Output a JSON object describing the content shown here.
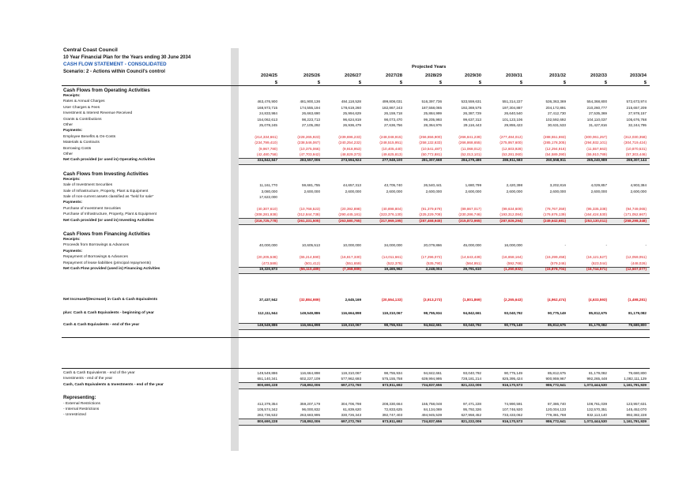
{
  "header": {
    "org": "Central Coast Council",
    "title": "10 Year Financial Plan for the Years ending 30 June 2034",
    "statement": "CASH FLOW STATEMENT - CONSOLIDATED",
    "scenario": "Scenario: 2 - Actions within Council's control",
    "projected": "Projected Years"
  },
  "years": [
    "2024/25",
    "2025/26",
    "2026/27",
    "2027/28",
    "2028/29",
    "2029/30",
    "2030/31",
    "2031/32",
    "2032/33",
    "2033/34"
  ],
  "unit": "$",
  "sections": [
    {
      "title": "Cash Flows from Operating Activities",
      "rows": [
        {
          "label": "Receipts:",
          "kind": "subhead",
          "values": []
        },
        {
          "label": "Rates & Annual Charges",
          "values": [
            "463,476,900",
            "481,900,136",
            "484,118,528",
            "499,808,031",
            "516,397,736",
            "533,559,631",
            "551,314,227",
            "536,363,369",
            "554,368,800",
            "572,673,974"
          ]
        },
        {
          "label": "User Charges & Fees",
          "values": [
            "168,973,715",
            "174,555,194",
            "178,619,260",
            "182,867,243",
            "187,558,065",
            "192,369,575",
            "197,304,887",
            "204,172,891",
            "210,260,777",
            "215,657,209"
          ]
        },
        {
          "label": "Investment & Interest Revenue Received",
          "values": [
            "24,833,984",
            "26,663,690",
            "25,994,629",
            "26,159,718",
            "25,884,999",
            "26,387,729",
            "26,640,540",
            "27,412,730",
            "27,535,369",
            "27,978,157"
          ]
        },
        {
          "label": "Grants & Contributions",
          "values": [
            "154,062,613",
            "98,223,713",
            "96,624,819",
            "98,073,470",
            "99,205,993",
            "99,637,313",
            "101,123,106",
            "102,592,692",
            "104,110,037",
            "105,676,768"
          ]
        },
        {
          "label": "Other",
          "values": [
            "25,078,245",
            "27,105,292",
            "26,936,479",
            "27,636,756",
            "28,364,976",
            "29,116,443",
            "29,855,423",
            "30,631,533",
            "31,427,816",
            "32,244,795"
          ]
        },
        {
          "label": "Payments:",
          "kind": "subhead",
          "values": []
        },
        {
          "label": "Employee Benefits & On-Costs",
          "kind": "red",
          "values": [
            "(214,334,661)",
            "(228,265,923)",
            "(239,696,233)",
            "(248,048,915)",
            "(256,656,900)",
            "(266,841,239)",
            "(277,484,012)",
            "(288,551,693)",
            "(300,061,257)",
            "(312,030,358)"
          ]
        },
        {
          "label": "Materials & Contracts",
          "kind": "red",
          "values": [
            "(234,799,410)",
            "(238,546,067)",
            "(240,254,232)",
            "(248,515,951)",
            "(258,132,633)",
            "(266,868,655)",
            "(275,957,600)",
            "(285,178,305)",
            "(294,932,101)",
            "(304,719,424)"
          ]
        },
        {
          "label": "Borrowing Costs",
          "kind": "red",
          "values": [
            "(9,967,780)",
            "(10,375,066)",
            "(9,918,953)",
            "(10,405,440)",
            "(10,541,487)",
            "(11,068,012)",
            "(12,603,928)",
            "(12,294,916)",
            "(11,557,663)",
            "(10,870,531)"
          ]
        },
        {
          "label": "Other",
          "kind": "red",
          "values": [
            "(42,480,758)",
            "(47,703,942)",
            "(48,829,373)",
            "(49,625,813)",
            "(50,772,881)",
            "(52,013,101)",
            "(53,281,060)",
            "(54,589,390)",
            "(55,910,789)",
            "(57,303,446)"
          ]
        },
        {
          "label": "Net Cash provided (or used in) Operating Activities",
          "kind": "total",
          "values": [
            "334,842,847",
            "283,557,006",
            "273,594,924",
            "277,949,100",
            "281,307,668",
            "284,279,486",
            "286,911,583",
            "260,558,911",
            "265,240,989",
            "269,307,144"
          ]
        }
      ]
    },
    {
      "title": "Cash Flows from Investing Activities",
      "rows": [
        {
          "label": "Receipts:",
          "kind": "subhead",
          "values": []
        },
        {
          "label": "Sale of Investment Securities",
          "values": [
            "11,161,770",
            "59,681,755",
            "44,657,313",
            "43,705,740",
            "26,540,441",
            "1,680,799",
            "2,420,398",
            "3,202,816",
            "4,029,857",
            "4,903,384"
          ]
        },
        {
          "label": "Sale of Infrastructure, Property, Plant & Equipment",
          "values": [
            "3,080,000",
            "2,600,000",
            "2,600,000",
            "2,600,000",
            "2,600,000",
            "2,600,000",
            "2,600,000",
            "2,600,000",
            "2,600,000",
            "2,600,000"
          ]
        },
        {
          "label": "Sale of non-current assets classified as \"held for sale\"",
          "values": [
            "17,622,000",
            "",
            "",
            "",
            "",
            "",
            "",
            "",
            "",
            ""
          ]
        },
        {
          "label": "Payments:",
          "kind": "subhead",
          "values": []
        },
        {
          "label": "Purchase of Investment Securities",
          "kind": "red",
          "values": [
            "(40,307,610)",
            "(10,768,523)",
            "(20,392,898)",
            "(40,898,804)",
            "(91,379,679)",
            "(89,867,017)",
            "(99,634,609)",
            "(78,767,359)",
            "(95,335,338)",
            "(94,749,065)"
          ]
        },
        {
          "label": "Purchase of Infrastructure, Property, Plant & Equipment",
          "kind": "red",
          "values": [
            "(308,281,938)",
            "(312,844,738)",
            "(290,445,181)",
            "(323,376,130)",
            "(225,229,708)",
            "(230,286,746)",
            "(193,312,084)",
            "(176,676,139)",
            "(164,424,530)",
            "(171,052,667)"
          ]
        },
        {
          "label": "Net Cash provided (or used in) Investing Activities",
          "kind": "totalred",
          "values": [
            "(316,725,778)",
            "(261,331,505)",
            "(263,580,765)",
            "(317,969,195)",
            "(287,468,945)",
            "(315,872,965)",
            "(287,926,294)",
            "(249,642,681)",
            "(253,130,011)",
            "(258,298,348)"
          ]
        }
      ]
    },
    {
      "title": "Cash Flows from Financing Activities",
      "rows": [
        {
          "label": "Receipts:",
          "kind": "subhead",
          "values": []
        },
        {
          "label": "Proceeds from Borrowings & Advances",
          "values": [
            "40,000,000",
            "10,605,513",
            "10,000,000",
            "34,000,000",
            "20,079,866",
            "45,000,000",
            "16,000,000",
            "-",
            "-",
            "-"
          ]
        },
        {
          "label": "Payments:",
          "kind": "subhead",
          "values": []
        },
        {
          "label": "Repayment of Borrowings & Advances",
          "kind": "red",
          "values": [
            "(20,205,538)",
            "(65,214,590)",
            "(16,817,330)",
            "(14,011,661)",
            "(17,296,072)",
            "(14,643,439)",
            "(16,658,164)",
            "(15,299,458)",
            "(16,121,527)",
            "(12,059,051)"
          ]
        },
        {
          "label": "Repayment of lease liabilities (principal repayments)",
          "kind": "red",
          "values": [
            "(473,589)",
            "(501,412)",
            "(551,659)",
            "(522,378)",
            "(535,790)",
            "(564,951)",
            "(592,768)",
            "(579,246)",
            "(623,044)",
            "(448,026)"
          ]
        },
        {
          "label": "Net Cash Flow provided (used in) Financing Activities",
          "kind": "totalmixed",
          "values": [
            "19,320,873",
            "(55,110,489)",
            "(7,368,989)",
            "19,465,962",
            "2,248,004",
            "29,791,610",
            "(1,250,932)",
            "(15,878,704)",
            "(16,744,571)",
            "(12,507,077)"
          ]
        }
      ]
    }
  ],
  "summary": [
    {
      "label": "Net Increase/(Decrease) in Cash & Cash Equivalents",
      "values": [
        "37,437,942",
        "(32,884,989)",
        "2,645,169",
        "(20,554,133)",
        "(3,913,273)",
        "(1,801,869)",
        "(2,265,643)",
        "(4,962,474)",
        "(4,633,593)",
        "(1,498,281)"
      ]
    },
    {
      "label": "plus: Cash & Cash Equivalents - beginning of year",
      "values": [
        "112,111,944",
        "149,549,886",
        "116,664,898",
        "119,310,067",
        "98,755,934",
        "94,842,661",
        "93,040,792",
        "90,775,149",
        "85,812,675",
        "81,179,082"
      ]
    },
    {
      "label": "Cash & Cash Equivalents - end of the year",
      "values": [
        "149,549,886",
        "116,664,898",
        "119,310,067",
        "98,755,934",
        "94,842,661",
        "93,040,792",
        "90,775,149",
        "85,812,675",
        "81,179,082",
        "79,680,800"
      ]
    }
  ],
  "lower": {
    "rows": [
      {
        "label": "Cash & Cash Equivalents - end of the year",
        "values": [
          "149,549,886",
          "116,664,898",
          "119,310,067",
          "98,755,934",
          "94,842,661",
          "93,040,792",
          "90,775,149",
          "85,812,675",
          "81,179,082",
          "79,680,800"
        ]
      },
      {
        "label": "Investments - end of the year",
        "values": [
          "651,140,341",
          "602,227,109",
          "577,962,693",
          "575,155,758",
          "639,994,995",
          "728,181,214",
          "825,395,424",
          "900,959,967",
          "992,265,448",
          "1,082,111,129"
        ]
      },
      {
        "label": "Cash, Cash Equivalents & Investments - end of the year",
        "values": [
          "800,690,228",
          "718,892,006",
          "697,272,760",
          "673,911,692",
          "734,837,656",
          "821,222,006",
          "916,170,573",
          "986,772,641",
          "1,073,444,530",
          "1,161,791,929"
        ]
      }
    ],
    "representing": "Representing:",
    "rep_rows": [
      {
        "label": "- External Restrictions",
        "values": [
          "412,379,354",
          "359,207,179",
          "304,706,798",
          "208,330,664",
          "155,758,048",
          "97,471,228",
          "74,990,591",
          "87,386,740",
          "108,761,039",
          "123,957,631"
        ]
      },
      {
        "label": "- Internal Restrictions",
        "values": [
          "105,574,342",
          "96,000,832",
          "61,839,620",
          "72,833,625",
          "84,134,069",
          "95,792,326",
          "107,746,920",
          "120,004,133",
          "132,570,351",
          "145,452,070"
        ]
      },
      {
        "label": "- Unrestricted",
        "values": [
          "282,736,532",
          "263,683,995",
          "330,726,343",
          "392,747,403",
          "494,945,539",
          "627,958,452",
          "733,433,062",
          "779,381,768",
          "832,113,140",
          "892,382,228"
        ]
      },
      {
        "label": "",
        "values": [
          "800,690,228",
          "718,892,006",
          "697,272,760",
          "673,911,692",
          "734,837,656",
          "821,222,006",
          "916,170,573",
          "986,772,641",
          "1,073,444,530",
          "1,161,791,929"
        ]
      }
    ]
  }
}
